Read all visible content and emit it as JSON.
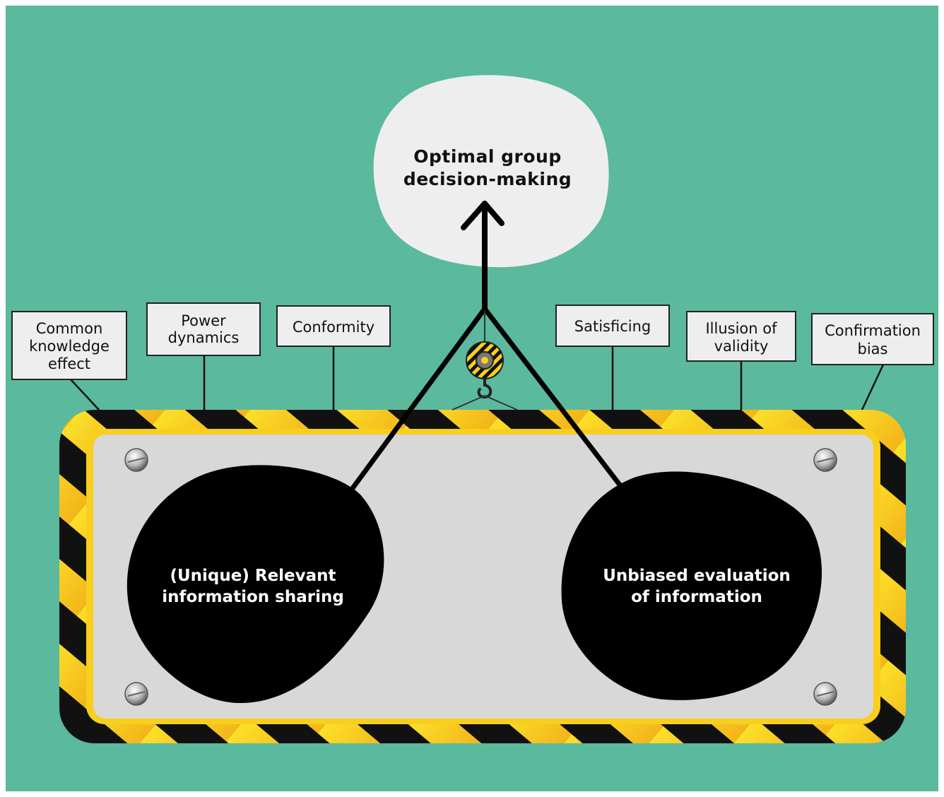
{
  "colors": {
    "background": "#5bb99d",
    "goal_blob": "#eeeeee",
    "plate": "#d8d8d8",
    "hazard_yellow": "#f9cf1d",
    "hazard_black": "#111111",
    "label_box": "#eeeeee",
    "blob": "#000000"
  },
  "goal": {
    "line1": "Optimal group",
    "line2": "decision-making"
  },
  "factors": {
    "left": {
      "line1": "(Unique) Relevant",
      "line2": "information sharing"
    },
    "right": {
      "line1": "Unbiased evaluation",
      "line2": "of information"
    }
  },
  "barriers": [
    {
      "lines": [
        "Common",
        "knowledge",
        "effect"
      ]
    },
    {
      "lines": [
        "Power",
        "dynamics"
      ]
    },
    {
      "lines": [
        "Conformity"
      ]
    },
    {
      "lines": [
        "Satisficing"
      ]
    },
    {
      "lines": [
        "Illusion of",
        "validity"
      ]
    },
    {
      "lines": [
        "Confirmation",
        "bias"
      ]
    }
  ],
  "icons": [
    "crane-hook-icon",
    "screw-icon",
    "arrow-up-icon"
  ]
}
